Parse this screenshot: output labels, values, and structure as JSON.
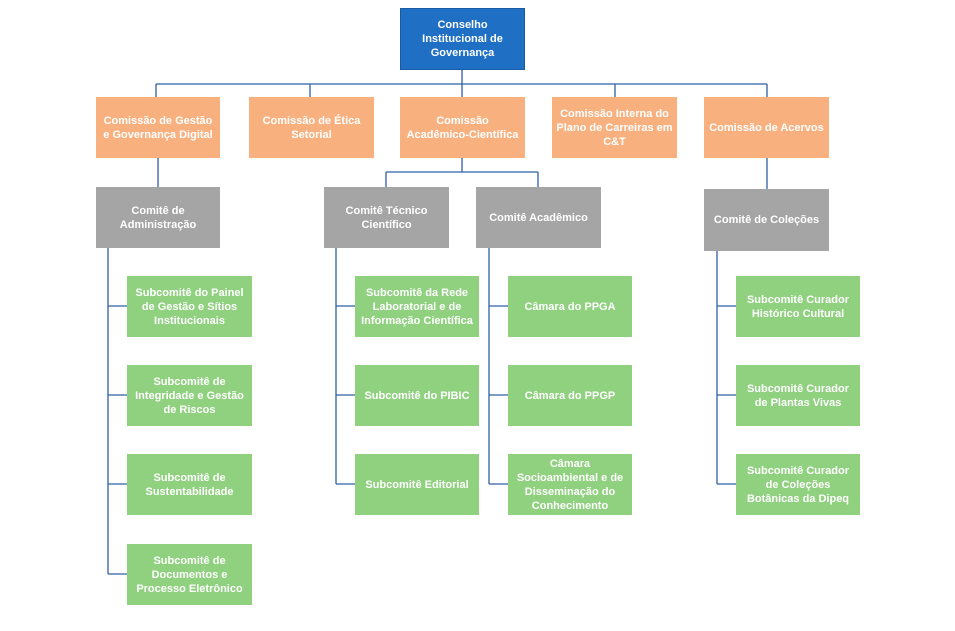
{
  "colors": {
    "top": "#1f6fc5",
    "commission": "#f9b07f",
    "committee": "#a5a5a5",
    "subcommittee": "#8fd17f",
    "line": "#2e5fa3"
  },
  "top": {
    "label": "Conselho Institucional de Governança"
  },
  "commissions": [
    {
      "label": "Comissão de Gestão e Governança Digital"
    },
    {
      "label": "Comissão de Ética Setorial"
    },
    {
      "label": "Comissão Acadêmico-Científica"
    },
    {
      "label": "Comissão Interna do Plano de Carreiras em C&T"
    },
    {
      "label": "Comissão de Acervos"
    }
  ],
  "committees": [
    {
      "label": "Comitê de Administração"
    },
    {
      "label": "Comitê Técnico Científico"
    },
    {
      "label": "Comitê Acadêmico"
    },
    {
      "label": "Comitê de Coleções"
    }
  ],
  "subcommittees": {
    "administracao": [
      {
        "label": "Subcomitê do Painel de Gestão e Sítios Institucionais"
      },
      {
        "label": "Subcomitê de Integridade e Gestão de Riscos"
      },
      {
        "label": "Subcomitê de Sustentabilidade"
      },
      {
        "label": "Subcomitê de Documentos e Processo Eletrônico"
      }
    ],
    "tecnico": [
      {
        "label": "Subcomitê da Rede Laboratorial e de Informação Científica"
      },
      {
        "label": "Subcomitê do PIBIC"
      },
      {
        "label": "Subcomitê Editorial"
      }
    ],
    "academico": [
      {
        "label": "Câmara do PPGA"
      },
      {
        "label": "Câmara do PPGP"
      },
      {
        "label": "Câmara Socioambiental e de Disseminação do Conhecimento"
      }
    ],
    "colecoes": [
      {
        "label": "Subcomitê Curador Histórico Cultural"
      },
      {
        "label": "Subcomitê Curador de Plantas Vivas"
      },
      {
        "label": "Subcomitê Curador de Coleções Botânicas da Dipeq"
      }
    ]
  }
}
